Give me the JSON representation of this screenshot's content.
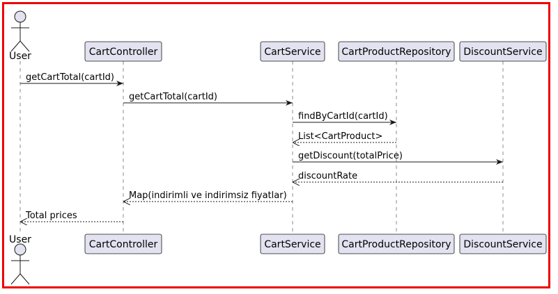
{
  "diagram": {
    "type": "sequence",
    "border_color": "#ee0000",
    "participant_fill": "#e2e2f0",
    "participants": [
      {
        "id": "user",
        "label": "User",
        "kind": "actor"
      },
      {
        "id": "cartcontroller",
        "label": "CartController",
        "kind": "participant"
      },
      {
        "id": "cartservice",
        "label": "CartService",
        "kind": "participant"
      },
      {
        "id": "cartproductrepository",
        "label": "CartProductRepository",
        "kind": "participant"
      },
      {
        "id": "discountservice",
        "label": "DiscountService",
        "kind": "participant"
      }
    ],
    "messages": [
      {
        "from": "user",
        "to": "cartcontroller",
        "label": "getCartTotal(cartId)",
        "kind": "call"
      },
      {
        "from": "cartcontroller",
        "to": "cartservice",
        "label": "getCartTotal(cartId)",
        "kind": "call"
      },
      {
        "from": "cartservice",
        "to": "cartproductrepository",
        "label": "findByCartId(cartId)",
        "kind": "call"
      },
      {
        "from": "cartproductrepository",
        "to": "cartservice",
        "label": "List<CartProduct>",
        "kind": "return"
      },
      {
        "from": "cartservice",
        "to": "discountservice",
        "label": "getDiscount(totalPrice)",
        "kind": "call"
      },
      {
        "from": "discountservice",
        "to": "cartservice",
        "label": "discountRate",
        "kind": "return"
      },
      {
        "from": "cartservice",
        "to": "cartcontroller",
        "label": "Map(indirimli ve indirimsiz fiyatlar)",
        "kind": "return"
      },
      {
        "from": "cartcontroller",
        "to": "user",
        "label": "Total prices",
        "kind": "return"
      }
    ]
  }
}
